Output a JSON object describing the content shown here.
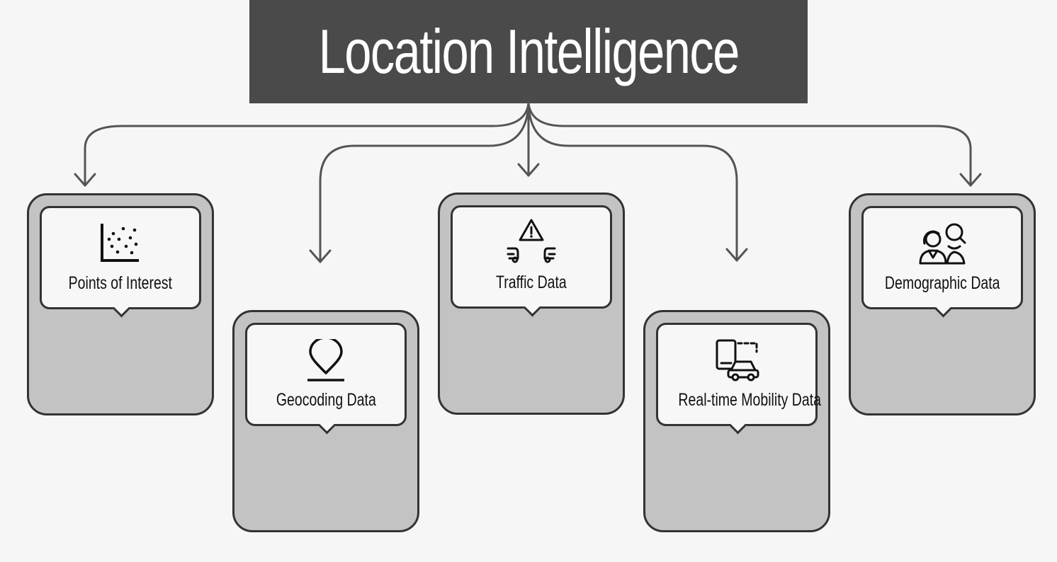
{
  "title": "Location Intelligence",
  "colors": {
    "background": "#f6f6f6",
    "title_background": "#4a4a4a",
    "card_fill": "#c3c3c3",
    "bubble_fill": "#f7f7f7",
    "outline": "#333333",
    "connector": "#555555"
  },
  "categories": [
    {
      "label": "Points of Interest",
      "icon": "scatter-plot-icon"
    },
    {
      "label": "Geocoding Data",
      "icon": "map-pin-icon"
    },
    {
      "label": "Traffic Data",
      "icon": "traffic-cars-warning-icon"
    },
    {
      "label": "Real-time Mobility Data",
      "icon": "phone-car-icon"
    },
    {
      "label": "Demographic Data",
      "icon": "people-search-icon"
    }
  ]
}
